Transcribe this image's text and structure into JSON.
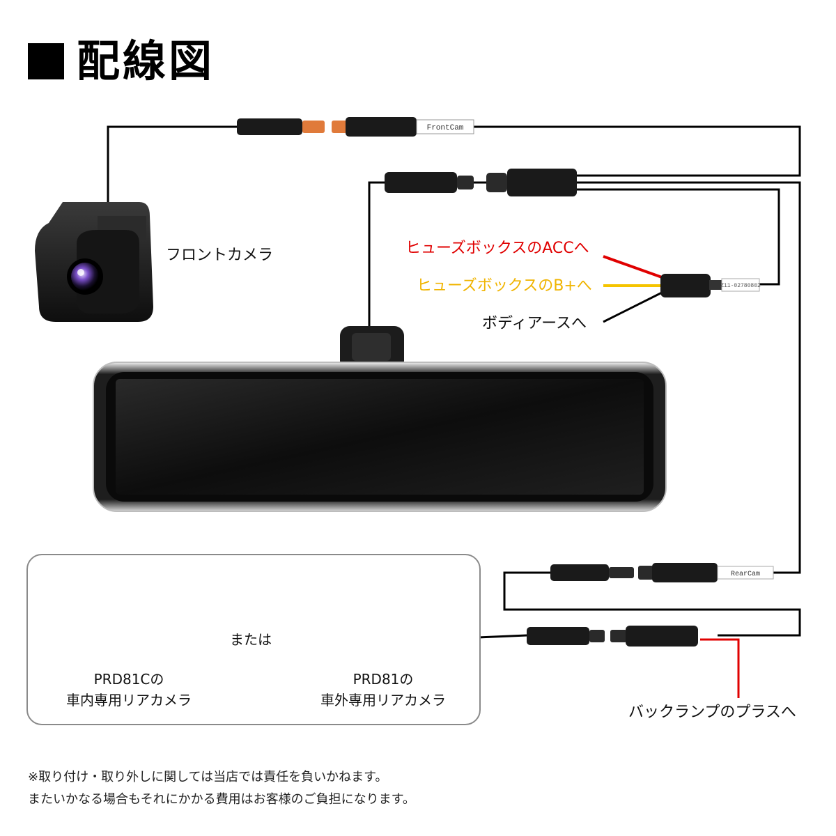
{
  "title": "配線図",
  "labels": {
    "front_camera": "フロントカメラ",
    "acc": "ヒューズボックスのACCへ",
    "b_plus": "ヒューズボックスのB+へ",
    "body_ground": "ボディアースへ",
    "back_lamp": "バックランプのプラスへ",
    "or": "または",
    "inner_cam_model": "PRD81Cの",
    "inner_cam_desc": "車内専用リアカメラ",
    "outer_cam_model": "PRD81の",
    "outer_cam_desc": "車外専用リアカメラ",
    "front_cam_tag": "FrontCam",
    "rear_cam_tag": "RearCam",
    "power_tag": "Z11-02780802"
  },
  "notes": [
    "※取り付け・取り外しに関しては当店では責任を負いかねます。",
    "またいかなる場合もそれにかかる費用はお客様のご負担になります。"
  ],
  "colors": {
    "wire": "#000000",
    "acc_wire": "#e00000",
    "b_plus_wire": "#f5c400",
    "connector_orange": "#e07a3a",
    "lens_purple": "#7a4fc8"
  }
}
